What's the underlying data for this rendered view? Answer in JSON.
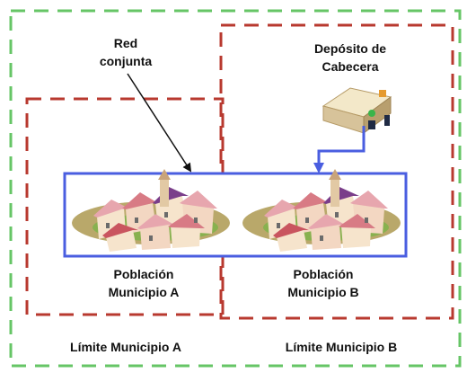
{
  "labels": {
    "joint_network": [
      "Red",
      "conjunta"
    ],
    "head_tank": [
      "Depósito de",
      "Cabecera"
    ],
    "population_a": [
      "Población",
      "Municipio A"
    ],
    "population_b": [
      "Población",
      "Municipio B"
    ],
    "limit_a": "Límite Municipio A",
    "limit_b": "Límite Municipio B"
  },
  "colors": {
    "outer_boundary": "#66c566",
    "municipal_boundary": "#b8392f",
    "joint_network": "#4a5ee0",
    "tank_body": "#e8d9b4",
    "roof": "#e8a5b0",
    "hill": "#b9a86a"
  },
  "icons": [
    "tank-icon",
    "village-icon"
  ]
}
